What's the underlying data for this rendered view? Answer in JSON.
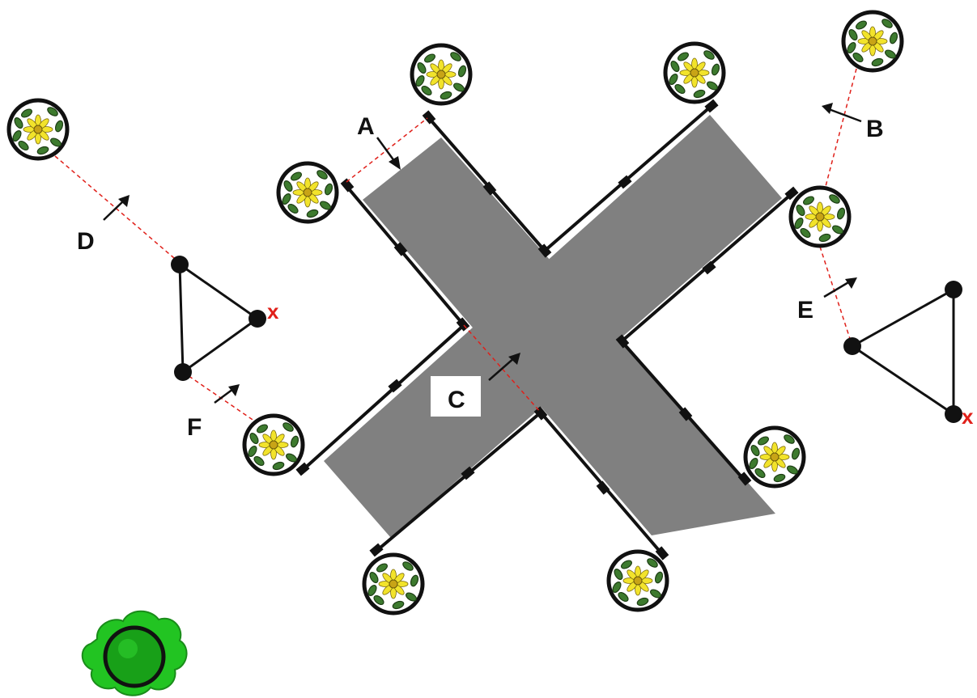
{
  "labels": {
    "a": "A",
    "b": "B",
    "c": "C",
    "d": "D",
    "e": "E",
    "f": "F"
  },
  "marks": {
    "left_x": "x",
    "right_x": "x"
  },
  "colors": {
    "canopy": "#808080",
    "dash": "#e0201a",
    "flower": "#f2e32b",
    "leaf": "#3d7a2e",
    "shrub": "#22c422",
    "x_mark": "#e0201a"
  }
}
